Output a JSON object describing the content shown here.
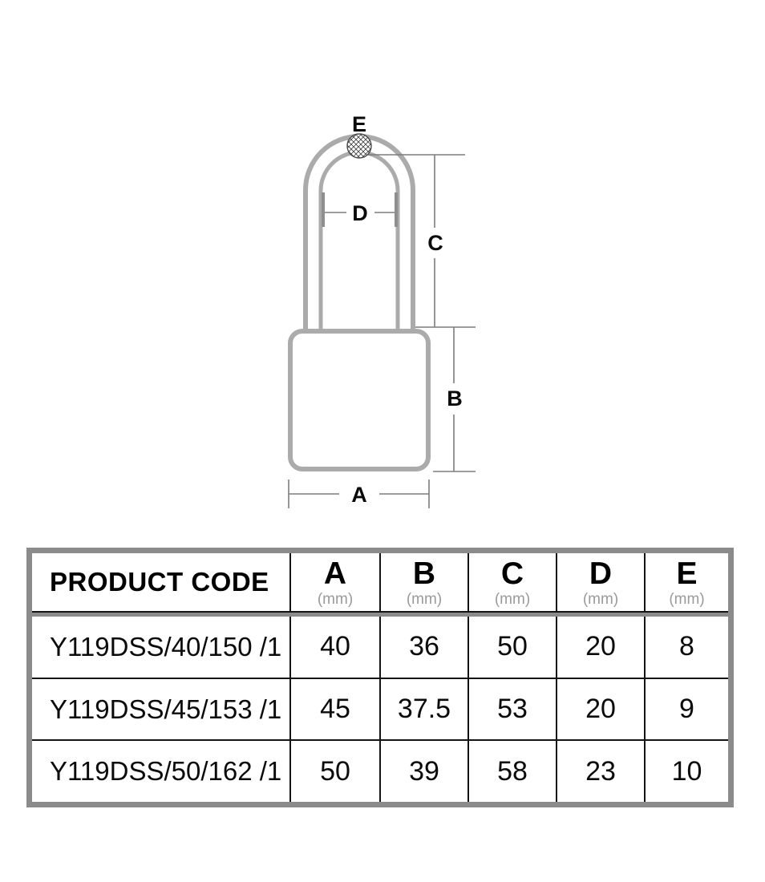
{
  "diagram": {
    "labels": {
      "a": "A",
      "b": "B",
      "c": "C",
      "d": "D",
      "e": "E"
    },
    "colors": {
      "padlock_outline": "#ababab",
      "dimension_line": "#7d7d7d",
      "hatch": "#3c3c3c",
      "label_text": "#0a0a0a",
      "table_outer_border": "#8b8b8b",
      "table_inner_border": "#141414",
      "unit_text": "#9a9a9a"
    }
  },
  "table": {
    "header": {
      "product_code": "PRODUCT CODE",
      "columns": [
        {
          "letter": "A",
          "unit": "(mm)"
        },
        {
          "letter": "B",
          "unit": "(mm)"
        },
        {
          "letter": "C",
          "unit": "(mm)"
        },
        {
          "letter": "D",
          "unit": "(mm)"
        },
        {
          "letter": "E",
          "unit": "(mm)"
        }
      ]
    },
    "rows": [
      {
        "code": "Y119DSS/40/150 /1",
        "a": "40",
        "b": "36",
        "c": "50",
        "d": "20",
        "e": "8"
      },
      {
        "code": "Y119DSS/45/153 /1",
        "a": "45",
        "b": "37.5",
        "c": "53",
        "d": "20",
        "e": "9"
      },
      {
        "code": "Y119DSS/50/162 /1",
        "a": "50",
        "b": "39",
        "c": "58",
        "d": "23",
        "e": "10"
      }
    ]
  }
}
